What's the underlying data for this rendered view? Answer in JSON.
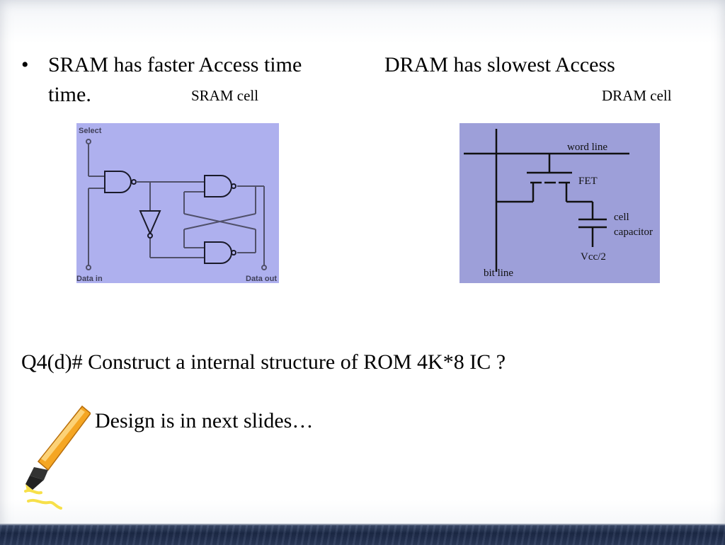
{
  "slide": {
    "bullet_symbol": "•",
    "sram_statement": "SRAM has faster Access time",
    "dram_statement": "DRAM has slowest Access",
    "continuation": "time.",
    "sram_cell_label": "SRAM cell",
    "dram_cell_label": "DRAM cell",
    "question": "Q4(d)# Construct a internal structure of ROM 4K*8 IC ?",
    "design_note": "Design is in next slides…"
  },
  "sram_diagram": {
    "select_label": "Select",
    "data_in_label": "Data in",
    "data_out_label": "Data out"
  },
  "dram_diagram": {
    "word_line_label": "word line",
    "fet_label": "FET",
    "cell_label": "cell",
    "capacitor_label": "capacitor",
    "vcc_label": "Vcc/2",
    "bit_line_label": "bit line"
  },
  "colors": {
    "sram_background": "#aeb0ee",
    "dram_background": "#9d9fd9",
    "highlighter_body": "#f5a623",
    "highlighter_ink": "#f7e04a",
    "footer_bar": "#1c2a48"
  }
}
